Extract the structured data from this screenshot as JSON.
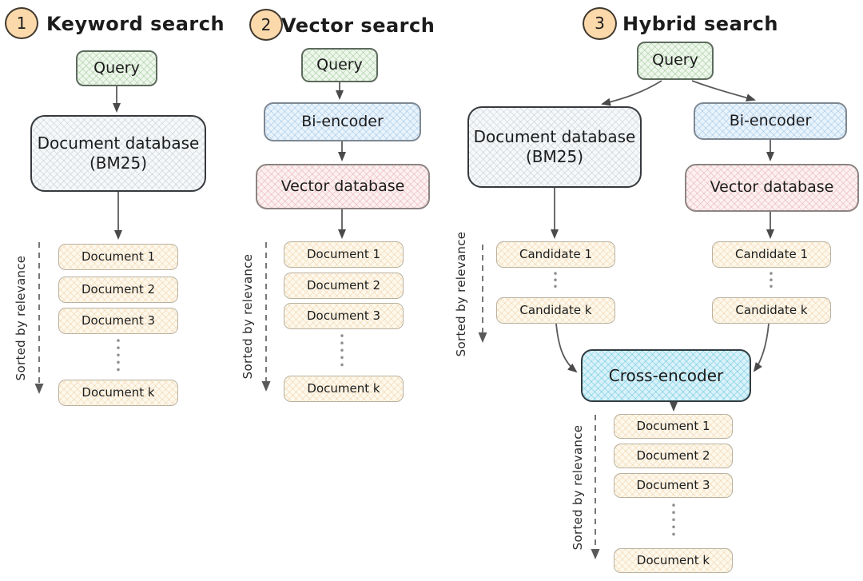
{
  "colors": {
    "background": "#ffffff",
    "badge_fill": "#fbd9ab",
    "query_fill": "#eef7ec",
    "document_db_fill": "#f6f8f9",
    "bi_encoder_fill": "#e9f3fb",
    "vector_db_fill": "#fcf0f0",
    "cross_encoder_fill": "#d9f2f9",
    "result_item_fill": "#fdf8ec",
    "arrow": "#4a4a4a",
    "text": "#1c1c1c"
  },
  "sections": {
    "keyword": {
      "number": "1",
      "title": "Keyword search",
      "query_label": "Query",
      "db_line1": "Document database",
      "db_line2": "(BM25)",
      "documents": [
        "Document 1",
        "Document 2",
        "Document 3",
        "Document k"
      ],
      "sorted_label": "Sorted by relevance"
    },
    "vector": {
      "number": "2",
      "title": "Vector search",
      "query_label": "Query",
      "bi_encoder_label": "Bi-encoder",
      "vector_db_label": "Vector database",
      "documents": [
        "Document 1",
        "Document 2",
        "Document 3",
        "Document k"
      ],
      "sorted_label": "Sorted by relevance"
    },
    "hybrid": {
      "number": "3",
      "title": "Hybrid search",
      "query_label": "Query",
      "db_line1": "Document database",
      "db_line2": "(BM25)",
      "bi_encoder_label": "Bi-encoder",
      "vector_db_label": "Vector database",
      "cross_encoder_label": "Cross-encoder",
      "candidates": [
        "Candidate 1",
        "Candidate k"
      ],
      "documents": [
        "Document 1",
        "Document 2",
        "Document 3",
        "Document k"
      ],
      "sorted_label": "Sorted by relevance"
    }
  }
}
